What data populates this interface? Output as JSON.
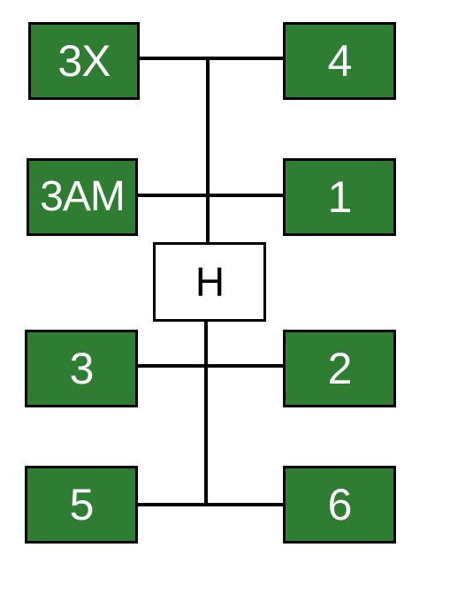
{
  "colors": {
    "box_fill": "#2e7d32",
    "box_text": "#ffffff",
    "hub_fill": "#ffffff",
    "hub_text": "#000000",
    "line": "#000000"
  },
  "nodes": {
    "top_left": "3X",
    "top_right": "4",
    "second_left": "3AM",
    "second_right": "1",
    "hub": "H",
    "third_left": "3",
    "third_right": "2",
    "bottom_left": "5",
    "bottom_right": "6"
  }
}
